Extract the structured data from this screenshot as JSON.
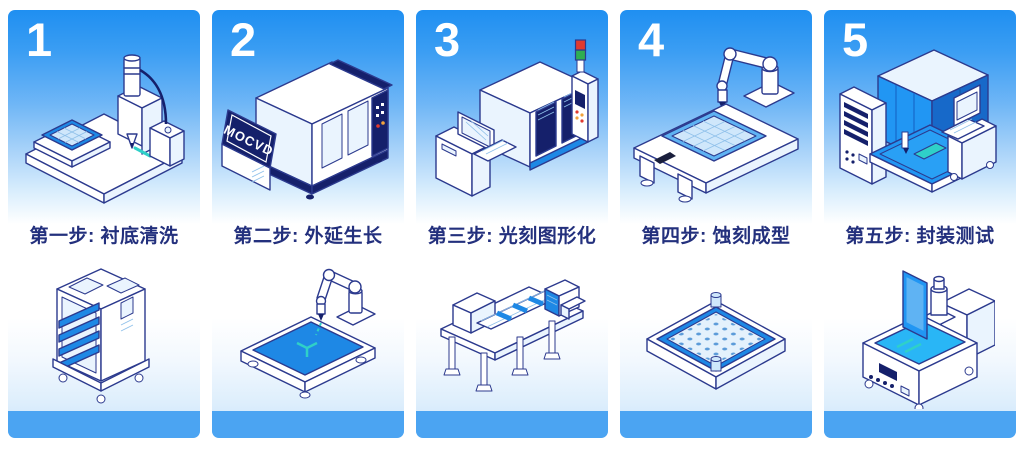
{
  "palette": {
    "panel_top_blue": "#1f8ff1",
    "footer_bar_blue": "#4ba4f2",
    "label_navy": "#23307d",
    "outline_navy": "#2c3a8e",
    "dark_navy_fill": "#15206b",
    "machine_blue": "#1e88e5",
    "bath_blue": "#29b6f6",
    "cyan_accent": "#2fd0c8",
    "signal_green": "#2fae52",
    "signal_red": "#e03a2f"
  },
  "panels": [
    {
      "number": "1",
      "label": "第一步: 衬底清洗",
      "top_icon": "substrate-cleaning-machine",
      "bottom_icon": "wafer-cassette-rack"
    },
    {
      "number": "2",
      "label": "第二步: 外延生长",
      "banner": "MOCVD",
      "top_icon": "mocvd-reactor",
      "bottom_icon": "robot-arm-platform"
    },
    {
      "number": "3",
      "label": "第三步: 光刻图形化",
      "top_icon": "lithography-system",
      "bottom_icon": "conveyor-line"
    },
    {
      "number": "4",
      "label": "第四步: 蚀刻成型",
      "top_icon": "robot-etching-station",
      "bottom_icon": "etched-wafer-tray"
    },
    {
      "number": "5",
      "label": "第五步: 封装测试",
      "top_icon": "package-test-station",
      "bottom_icon": "dip-test-machine"
    }
  ]
}
